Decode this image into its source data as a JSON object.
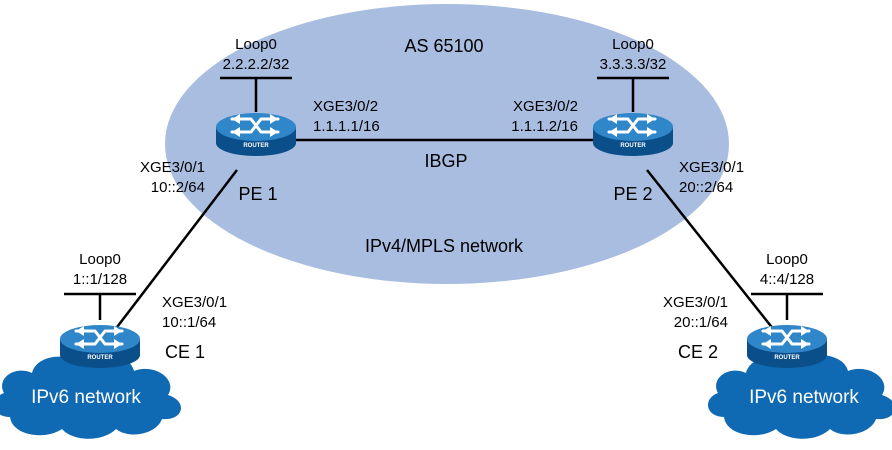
{
  "colors": {
    "as_ellipse": "#a9bde0",
    "cloud": "#0f69b3",
    "router_top": "#2f86c9",
    "router_side": "#0b4f8a",
    "link": "#000000"
  },
  "as_label": "AS 65100",
  "network_label": "IPv4/MPLS network",
  "ibgp_label": "IBGP",
  "routers": {
    "pe1": {
      "name": "PE 1",
      "caption": "ROUTER",
      "loop_name": "Loop0",
      "loop_ip": "2.2.2.2/32",
      "if_core": "XGE3/0/2",
      "ip_core": "1.1.1.1/16",
      "if_ce": "XGE3/0/1",
      "ip_ce": "10::2/64"
    },
    "pe2": {
      "name": "PE 2",
      "caption": "ROUTER",
      "loop_name": "Loop0",
      "loop_ip": "3.3.3.3/32",
      "if_core": "XGE3/0/2",
      "ip_core": "1.1.1.2/16",
      "if_ce": "XGE3/0/1",
      "ip_ce": "20::2/64"
    },
    "ce1": {
      "name": "CE 1",
      "caption": "ROUTER",
      "loop_name": "Loop0",
      "loop_ip": "1::1/128",
      "if_pe": "XGE3/0/1",
      "ip_pe": "10::1/64",
      "cloud_label": "IPv6 network"
    },
    "ce2": {
      "name": "CE 2",
      "caption": "ROUTER",
      "loop_name": "Loop0",
      "loop_ip": "4::4/128",
      "if_pe": "XGE3/0/1",
      "ip_pe": "20::1/64",
      "cloud_label": "IPv6 network"
    }
  }
}
